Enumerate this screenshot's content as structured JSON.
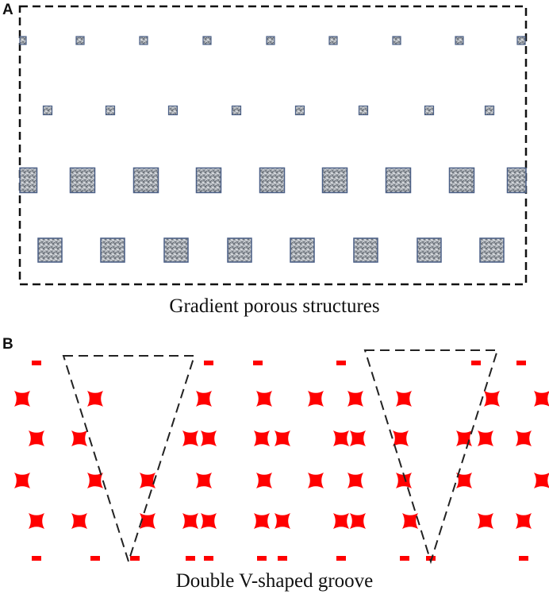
{
  "panel_a": {
    "letter": "A",
    "caption": "Gradient porous structures"
  },
  "panel_b": {
    "letter": "B",
    "caption": "Double V-shaped groove"
  },
  "colors": {
    "frame": "#111111",
    "pore_fill": "#9aa0a8",
    "pore_edge": "#4a5f86",
    "lattice": "#ff0000",
    "groove": "#222222"
  }
}
